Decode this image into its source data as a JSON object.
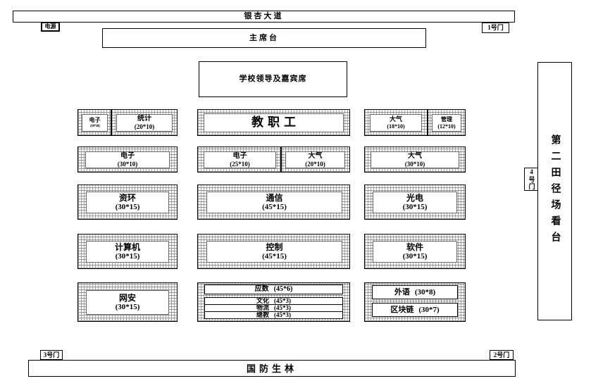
{
  "labels": {
    "road": "银杏大道",
    "power": "电源",
    "gate1": "1号门",
    "gate2": "2号门",
    "gate3": "3号门",
    "gate4": "4号门",
    "rostrum": "主席台",
    "vip": "学校领导及嘉宾席",
    "faculty": "教职工",
    "stand": "第二田径场看台",
    "forest": "国防生林"
  },
  "zones": {
    "dianzi10": {
      "name": "电子",
      "cap": "(10*10)"
    },
    "tongji": {
      "name": "统计",
      "cap": "(20*10)"
    },
    "daqi18": {
      "name": "大气",
      "cap": "(18*10)"
    },
    "guanli": {
      "name": "管理",
      "cap": "(12*10)"
    },
    "dianzi30": {
      "name": "电子",
      "cap": "(30*10)"
    },
    "dianzi25": {
      "name": "电子",
      "cap": "(25*10)"
    },
    "daqi20": {
      "name": "大气",
      "cap": "(20*10)"
    },
    "daqi30": {
      "name": "大气",
      "cap": "(30*10)"
    },
    "zihuan": {
      "name": "资环",
      "cap": "(30*15)"
    },
    "tongxin": {
      "name": "通信",
      "cap": "(45*15)"
    },
    "guangdian": {
      "name": "光电",
      "cap": "(30*15)"
    },
    "jisuanji": {
      "name": "计算机",
      "cap": "(30*15)"
    },
    "kongzhi": {
      "name": "控制",
      "cap": "(45*15)"
    },
    "ruanjian": {
      "name": "软件",
      "cap": "(30*15)"
    },
    "wangan": {
      "name": "网安",
      "cap": "(30*15)"
    },
    "yingshu": {
      "name": "应数",
      "cap": "(45*6)"
    },
    "wenhua": {
      "name": "文化",
      "cap": "(45*3)"
    },
    "wuliu": {
      "name": "物流",
      "cap": "(45*3)"
    },
    "jijiao": {
      "name": "继教",
      "cap": "(45*3)"
    },
    "waiyu": {
      "name": "外语",
      "cap": "(30*8)"
    },
    "qukuailian": {
      "name": "区块链",
      "cap": "(30*7)"
    }
  }
}
